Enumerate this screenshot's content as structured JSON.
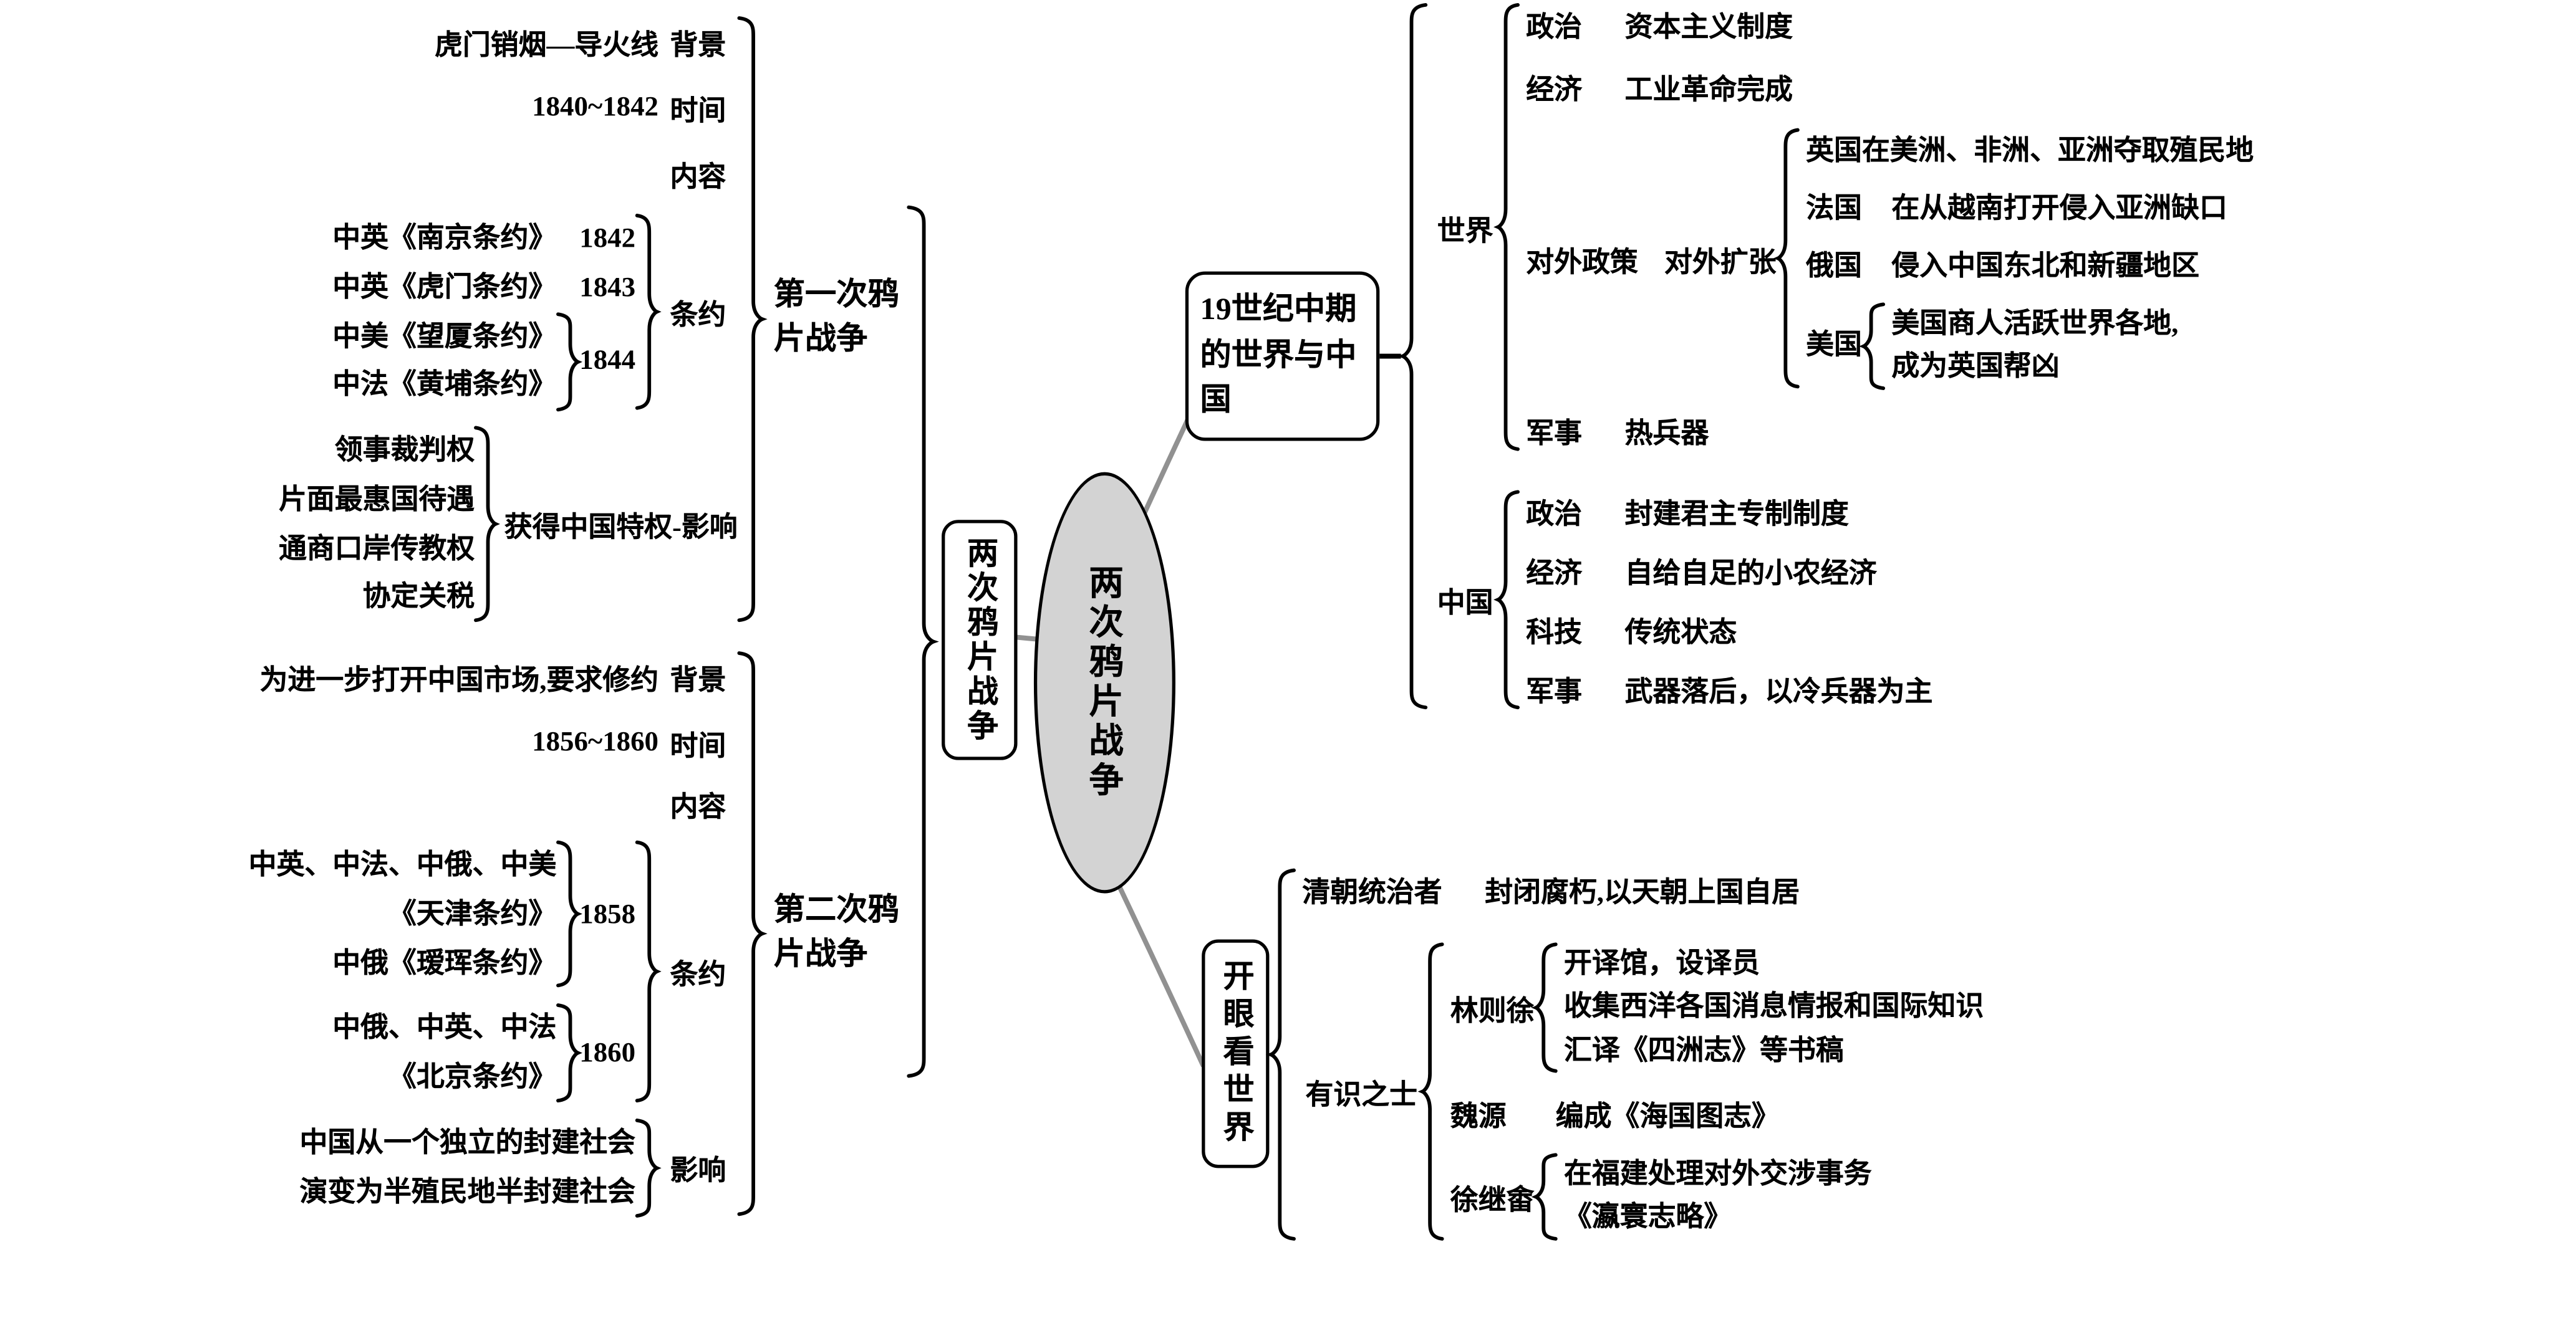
{
  "colors": {
    "ellipse_fill": "#d3d3d3",
    "connector_gray": "#919191",
    "ink": "#000000"
  },
  "center": {
    "ellipse_label": "两次鸦片战争",
    "box_label": "两次鸦片战争"
  },
  "first_war": {
    "label": "第一次鸦片战争",
    "background_text": "虎门销烟—导火线",
    "background_label": "背景",
    "time_text": "1840~1842",
    "time_label": "时间",
    "content_label": "内容",
    "treaty_label": "条约",
    "treaties": [
      {
        "name": "中英《南京条约》",
        "year": "1842"
      },
      {
        "name": "中英《虎门条约》",
        "year": "1843"
      }
    ],
    "treaty_group_1844": {
      "items": [
        "中美《望厦条约》",
        "中法《黄埔条约》"
      ],
      "year": "1844"
    },
    "privileges": [
      "领事裁判权",
      "片面最惠国待遇",
      "通商口岸传教权",
      "协定关税"
    ],
    "impact_label": "获得中国特权-影响"
  },
  "second_war": {
    "label": "第二次鸦片战争",
    "background_text": "为进一步打开中国市场,要求修约",
    "background_label": "背景",
    "time_text": "1856~1860",
    "time_label": "时间",
    "content_label": "内容",
    "treaty_label": "条约",
    "treaty_group_1858": {
      "items": [
        "中英、中法、中俄、中美",
        "《天津条约》",
        "中俄《瑷珲条约》"
      ],
      "year": "1858"
    },
    "treaty_group_1860": {
      "items": [
        "中俄、中英、中法",
        "《北京条约》"
      ],
      "year": "1860"
    },
    "impact_lines": [
      "中国从一个独立的封建社会",
      "演变为半殖民地半封建社会"
    ],
    "impact_label": "影响"
  },
  "world_cluster": {
    "box_label": "19世纪中期的世界与中国",
    "world": {
      "label": "世界",
      "politics_key": "政治",
      "politics_value": "资本主义制度",
      "economy_key": "经济",
      "economy_value": "工业革命完成",
      "policy_key": "对外政策",
      "policy_value": "对外扩张",
      "expansion": {
        "britain": "英国在美洲、非洲、亚洲夺取殖民地",
        "france_key": "法国",
        "france_value": "在从越南打开侵入亚洲缺口",
        "russia_key": "俄国",
        "russia_value": "侵入中国东北和新疆地区",
        "usa_key": "美国",
        "usa_lines": [
          "美国商人活跃世界各地,",
          "成为英国帮凶"
        ]
      },
      "military_key": "军事",
      "military_value": "热兵器"
    },
    "china": {
      "label": "中国",
      "politics_key": "政治",
      "politics_value": "封建君主专制制度",
      "economy_key": "经济",
      "economy_value": "自给自足的小农经济",
      "tech_key": "科技",
      "tech_value": "传统状态",
      "military_key": "军事",
      "military_value": "武器落后，以冷兵器为主"
    }
  },
  "eyes_cluster": {
    "box_label": "开眼看世界",
    "qing_key": "清朝统治者",
    "qing_value": "封闭腐朽,以天朝上国自居",
    "scholars_label": "有识之士",
    "lin": {
      "name": "林则徐",
      "lines": [
        "开译馆，设译员",
        "收集西洋各国消息情报和国际知识",
        "汇译《四洲志》等书稿"
      ]
    },
    "wei": {
      "name": "魏源",
      "value": "编成《海国图志》"
    },
    "xu": {
      "name": "徐继畬",
      "lines": [
        "在福建处理对外交涉事务",
        "《瀛寰志略》"
      ]
    }
  }
}
